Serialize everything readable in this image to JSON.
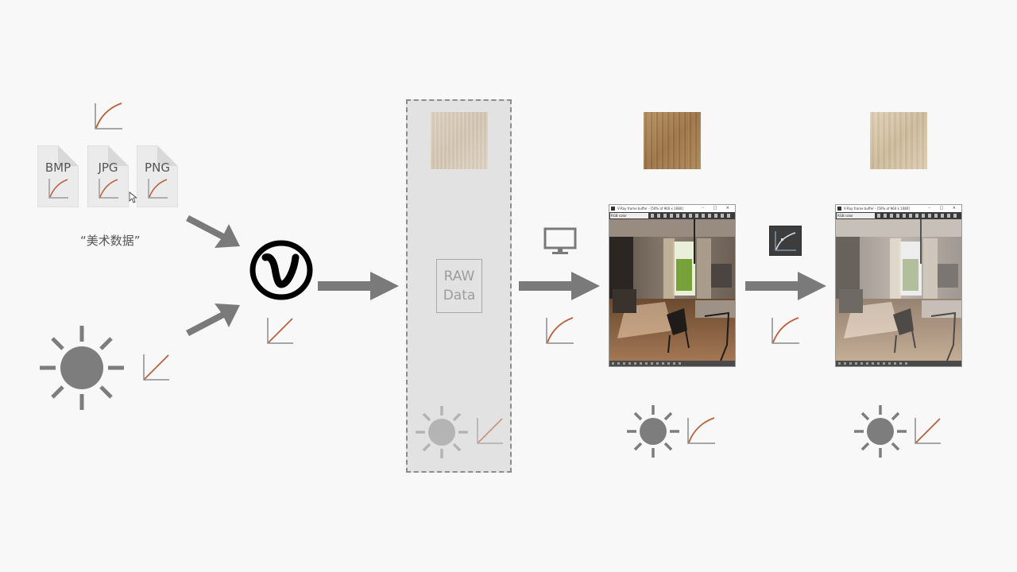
{
  "files": [
    {
      "ext": "BMP"
    },
    {
      "ext": "JPG"
    },
    {
      "ext": "PNG"
    }
  ],
  "art_data_label": "“美术数据”",
  "raw_data": {
    "line1": "RAW",
    "line2": "Data"
  },
  "vfb": {
    "title": "V-Ray frame buffer - [50% of 960 x 1080]",
    "channel": "RGB color",
    "window_buttons": "– □ ×"
  },
  "colors": {
    "arrow": "#7a7a7a",
    "curve": "#b9603d",
    "sun": "#7d7d7d"
  }
}
